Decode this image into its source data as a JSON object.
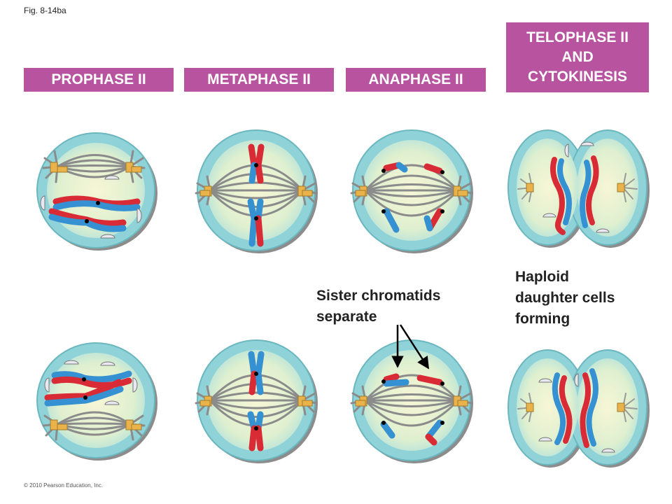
{
  "figure_label": "Fig. 8-14ba",
  "stages": {
    "prophase": "PROPHASE II",
    "metaphase": "METAPHASE II",
    "anaphase": "ANAPHASE II",
    "telophase": [
      "TELOPHASE II",
      "AND",
      "CYTOKINESIS"
    ]
  },
  "captions": {
    "sister_chromatids": [
      "Sister chromatids",
      "separate"
    ],
    "haploid": [
      "Haploid",
      "daughter cells",
      "forming"
    ]
  },
  "copyright": "© 2010 Pearson Education, Inc.",
  "colors": {
    "stage_bg": "#b7539f",
    "cell_fill": "#8fd3d9",
    "cytoplasm": "#f1f2c8",
    "spindle": "#8b8b8b",
    "chromatid_red": "#d92b35",
    "chromatid_blue": "#3591d1",
    "centriole": "#e9b24a"
  }
}
